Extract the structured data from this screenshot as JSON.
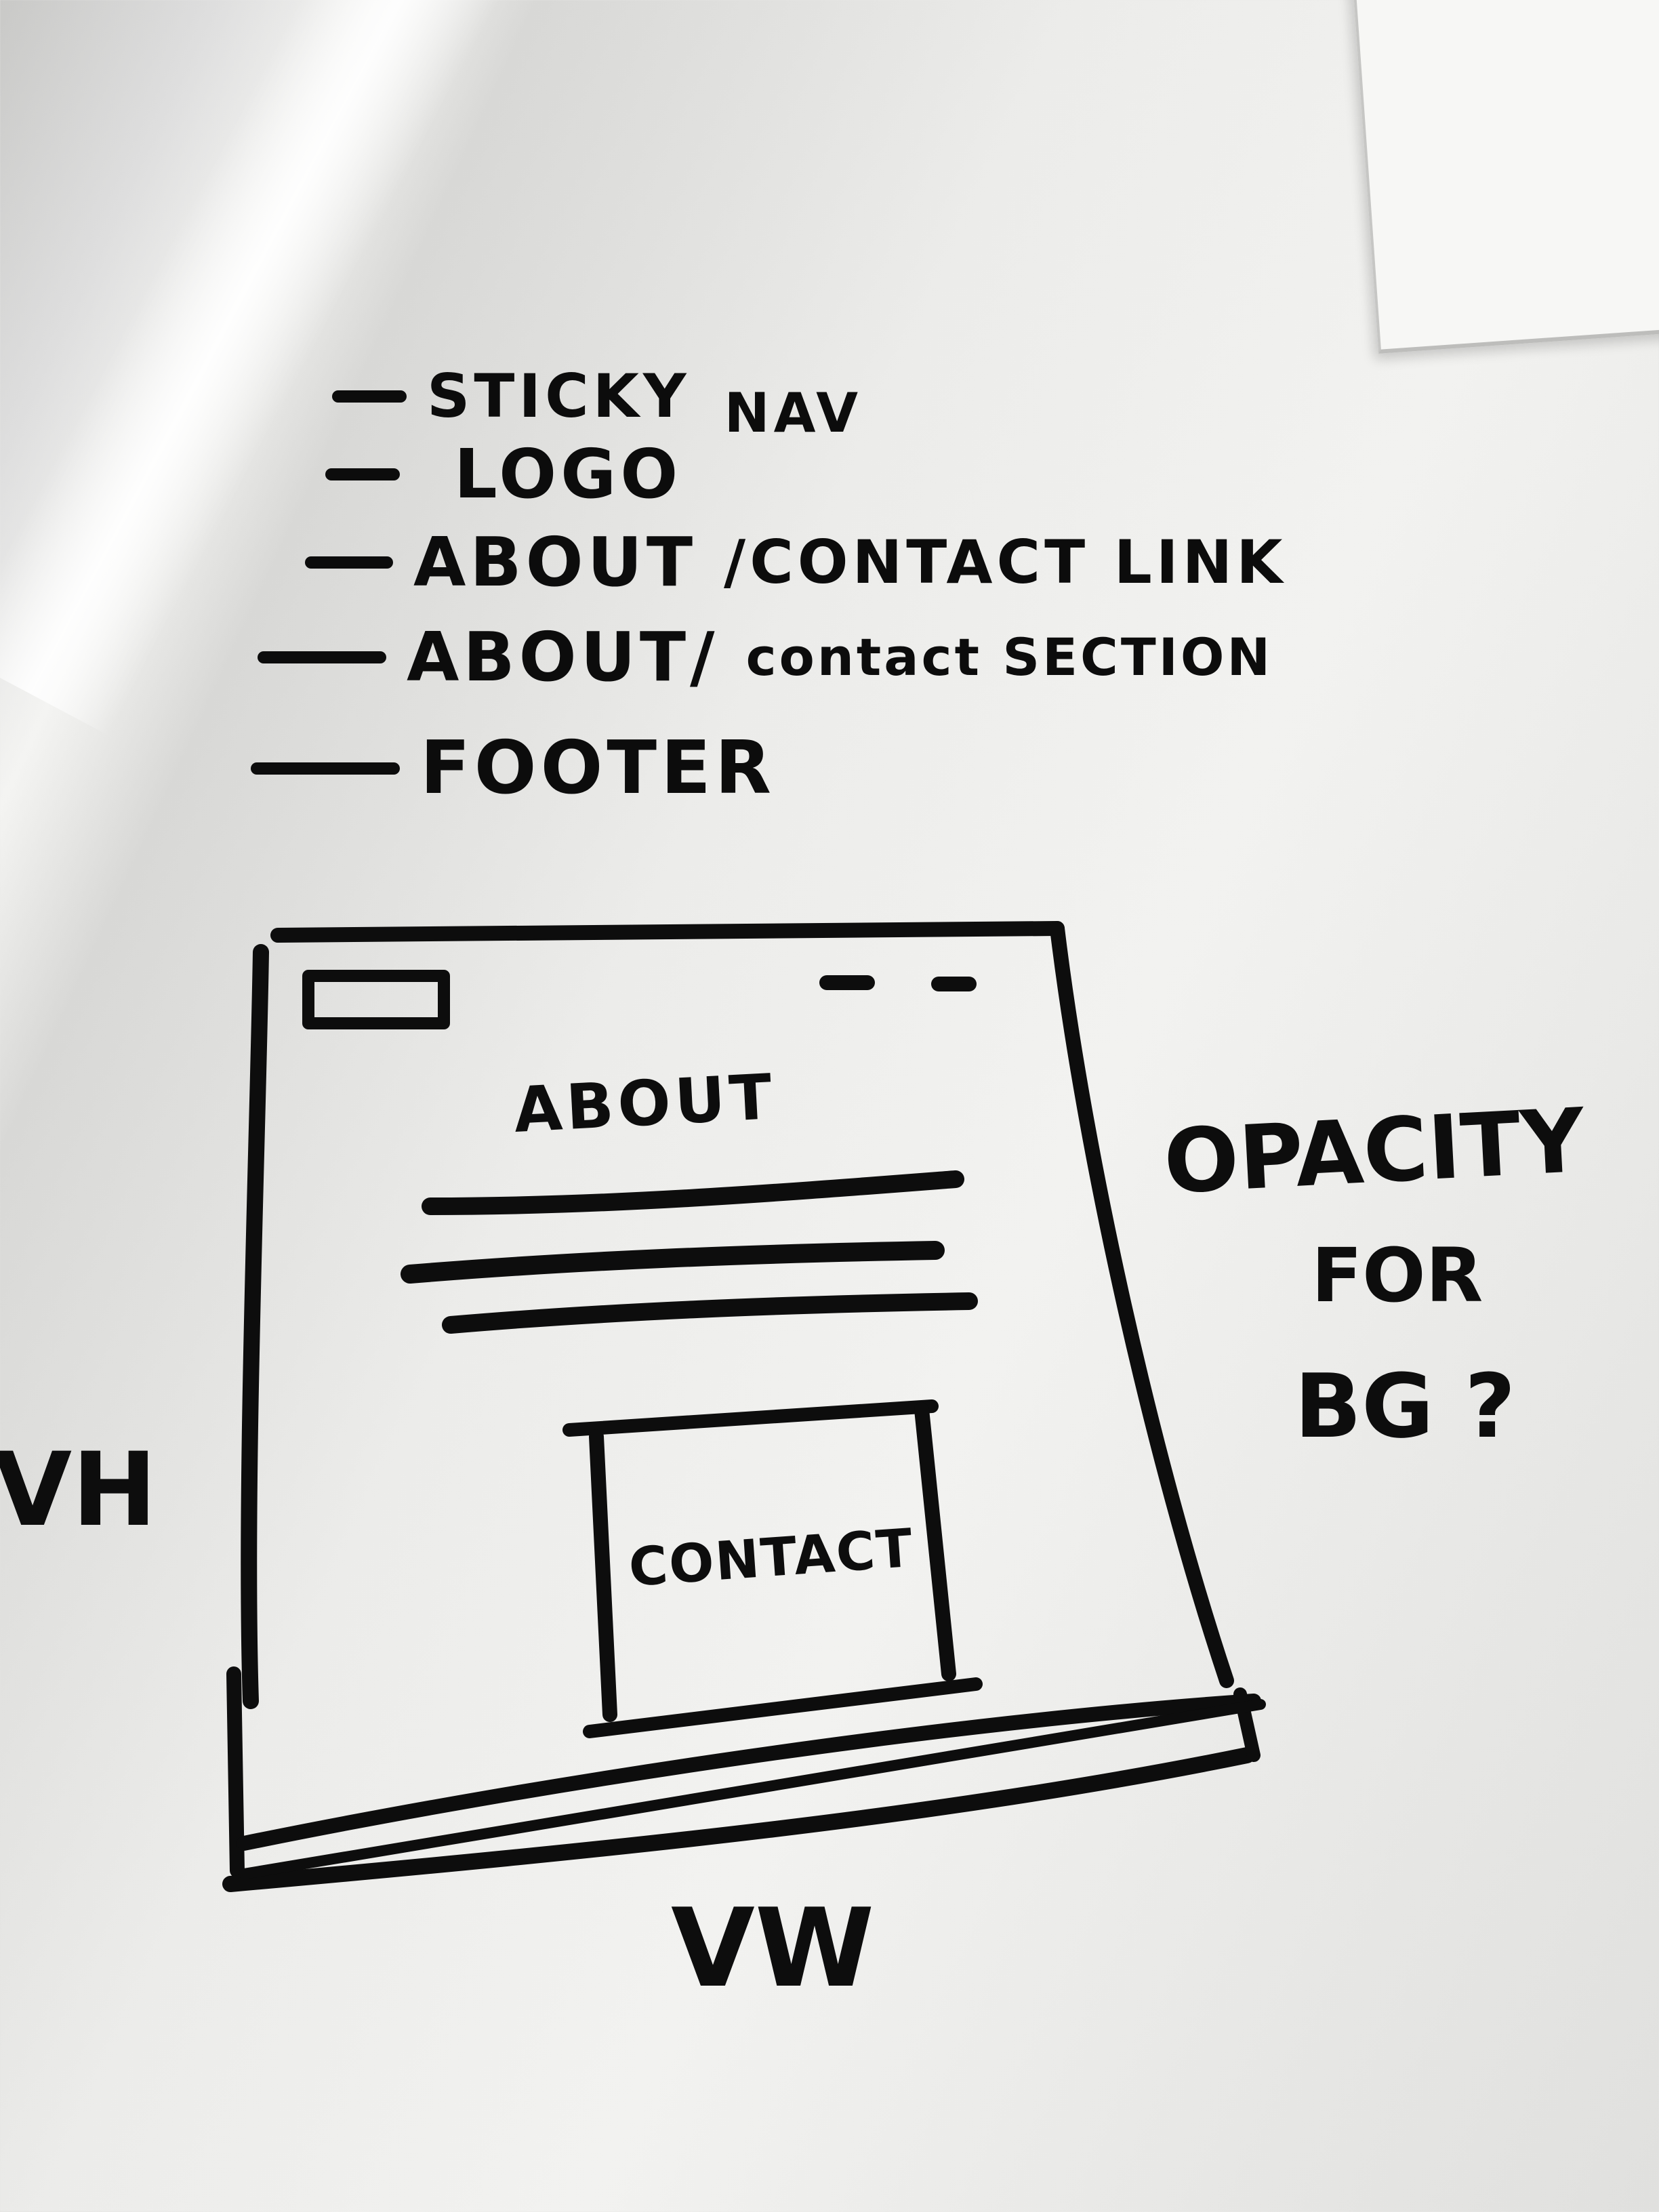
{
  "notes": {
    "items": [
      {
        "main": "STICKY",
        "extra": "NAV"
      },
      {
        "main": "LOGO",
        "extra": ""
      },
      {
        "main": "ABOUT",
        "extra": "/CONTACT LINK"
      },
      {
        "main": "ABOUT/",
        "extra": "contact SECTION"
      },
      {
        "main": "FOOTER",
        "extra": ""
      }
    ]
  },
  "wireframe": {
    "section_title": "ABOUT",
    "contact_box_label": "CONTACT"
  },
  "annotations": {
    "height_unit": "VH",
    "width_unit": "VW",
    "side_note_line1": "OPACITY",
    "side_note_line2": "FOR",
    "side_note_line3": "BG ?"
  }
}
